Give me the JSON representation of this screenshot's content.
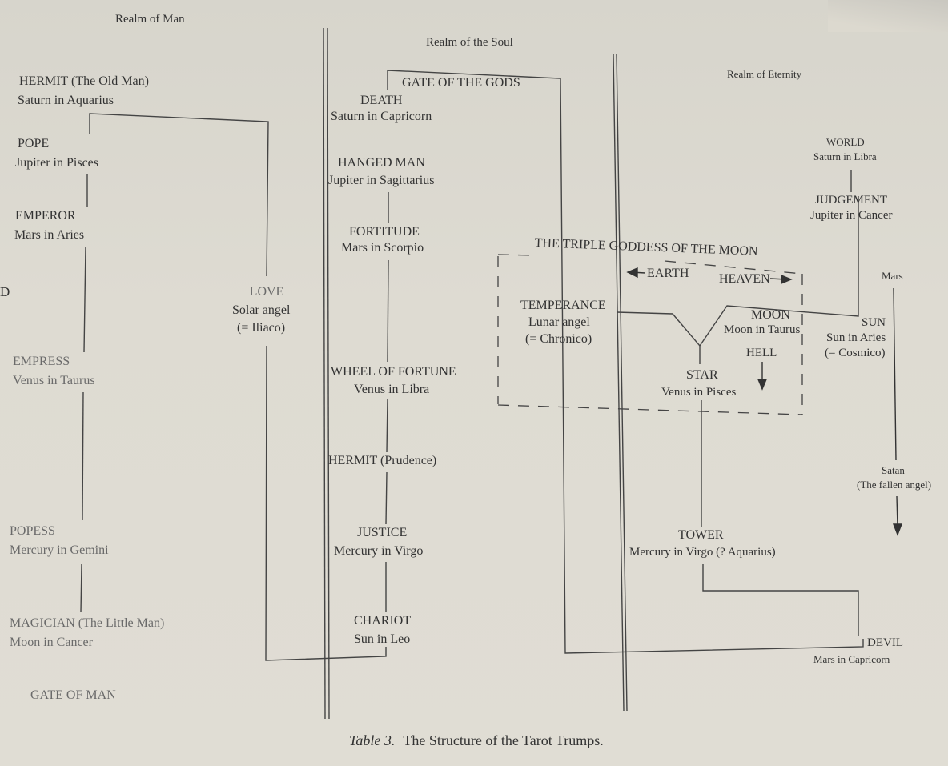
{
  "realms": {
    "man": "Realm of Man",
    "soul": "Realm of the Soul",
    "eternity": "Realm of Eternity"
  },
  "man": {
    "hermit": {
      "name": "HERMIT (The Old Man)",
      "planet": "Saturn in Aquarius"
    },
    "pope": {
      "name": "POPE",
      "planet": "Jupiter in Pisces"
    },
    "emperor": {
      "name": "EMPEROR",
      "planet": "Mars in Aries"
    },
    "empress": {
      "name": "EMPRESS",
      "planet": "Venus in Taurus"
    },
    "popess": {
      "name": "POPESS",
      "planet": "Mercury in Gemini"
    },
    "magician": {
      "name": "MAGICIAN (The Little Man)",
      "planet": "Moon in Cancer"
    },
    "gate": "GATE OF MAN",
    "love": {
      "name": "LOVE",
      "sub": "Solar angel",
      "alias": "(= Iliaco)"
    },
    "margin_mark": "D"
  },
  "soul": {
    "gate": "GATE OF THE GODS",
    "death": {
      "name": "DEATH",
      "planet": "Saturn in Capricorn"
    },
    "hanged": {
      "name": "HANGED MAN",
      "planet": "Jupiter in Sagittarius"
    },
    "fortitude": {
      "name": "FORTITUDE",
      "planet": "Mars in Scorpio"
    },
    "wheel": {
      "name": "WHEEL OF FORTUNE",
      "planet": "Venus in Libra"
    },
    "hermit": {
      "name": "HERMIT (Prudence)"
    },
    "justice": {
      "name": "JUSTICE",
      "planet": "Mercury in Virgo"
    },
    "chariot": {
      "name": "CHARIOT",
      "planet": "Sun in Leo"
    }
  },
  "moon_box": {
    "title": "THE TRIPLE GODDESS OF THE MOON",
    "earth": "EARTH",
    "heaven": "HEAVEN",
    "temperance": {
      "name": "TEMPERANCE",
      "sub": "Lunar angel",
      "alias": "(= Chronico)"
    },
    "moon": {
      "name": "MOON",
      "planet": "Moon in Taurus"
    },
    "hell": "HELL",
    "star": {
      "name": "STAR",
      "planet": "Venus in Pisces"
    }
  },
  "eternity": {
    "world": {
      "name": "WORLD",
      "planet": "Saturn in Libra"
    },
    "judgement": {
      "name": "JUDGEMENT",
      "planet": "Jupiter in Cancer"
    },
    "mars": "Mars",
    "sun": {
      "name": "SUN",
      "planet": "Sun in Aries",
      "alias": "(= Cosmico)"
    },
    "satan": {
      "name": "Satan",
      "sub": "(The fallen angel)"
    },
    "tower": {
      "name": "TOWER",
      "planet": "Mercury in Virgo (? Aquarius)"
    },
    "devil": {
      "name": "DEVIL",
      "planet": "Mars in Capricorn"
    }
  },
  "caption": {
    "label": "Table 3.",
    "text": "The Structure of the Tarot Trumps."
  },
  "colors": {
    "ink": "#333333",
    "faded_ink": "#6a6a6a",
    "paper": "#dedbd2"
  }
}
